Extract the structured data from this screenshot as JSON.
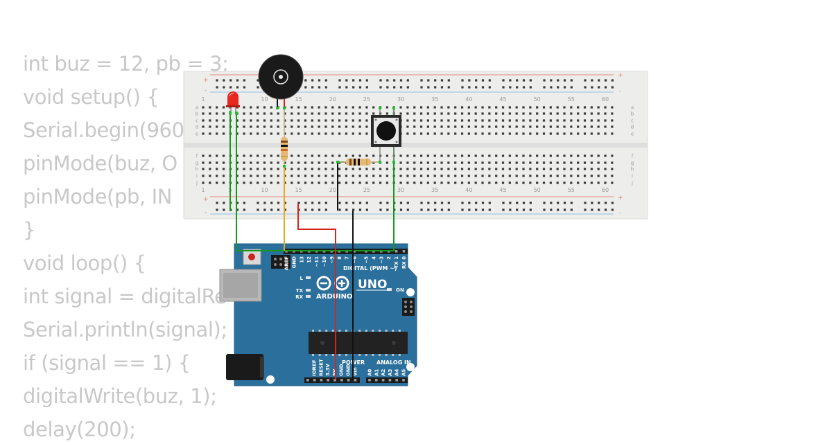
{
  "code_lines": [
    "int buz = 12, pb = 3;",
    "void setup() {",
    "Serial.begin(960",
    "pinMode(buz, O",
    "pinMode(pb, IN",
    "}",
    "void loop() {",
    "int signal = digitalRe",
    "Serial.println(signal);",
    "if (signal == 1) {",
    "digitalWrite(buz, 1);",
    "delay(200);"
  ],
  "breadboard": {
    "column_numbers": [
      "1",
      "5",
      "10",
      "15",
      "20",
      "25",
      "30",
      "35",
      "40",
      "45",
      "50",
      "55",
      "60"
    ],
    "row_letters_top": [
      "a",
      "b",
      "c",
      "d",
      "e"
    ],
    "row_letters_bottom": [
      "f",
      "g",
      "h",
      "i",
      "j"
    ],
    "rail_plus": "+",
    "rail_minus": "-"
  },
  "arduino": {
    "model": "UNO",
    "brand": "ARDUINO",
    "digital_header": "DIGITAL (PWM ~)",
    "digital_pins": [
      "AREF",
      "GND",
      "13",
      "12",
      "~11",
      "~10",
      "~9",
      "8",
      "7",
      "~6",
      "~5",
      "4",
      "~3",
      "2",
      "TX 1",
      "RX 0"
    ],
    "power_header": "POWER",
    "power_pins": [
      "IOREF",
      "RESET",
      "3.3V",
      "5V",
      "GND",
      "GND",
      "Vin"
    ],
    "analog_header": "ANALOG IN",
    "analog_pins": [
      "A0",
      "A1",
      "A2",
      "A3",
      "A4",
      "A5"
    ],
    "led_labels": [
      "L",
      "TX",
      "RX"
    ],
    "on_label": "ON"
  },
  "colors": {
    "board_blue": "#2b6f9c",
    "breadboard": "#ededeb",
    "wire_green": "#139a1b",
    "wire_yellow": "#e7a823",
    "wire_red": "#d8231c",
    "wire_black": "#111111",
    "code_text": "#c8c8c8"
  }
}
